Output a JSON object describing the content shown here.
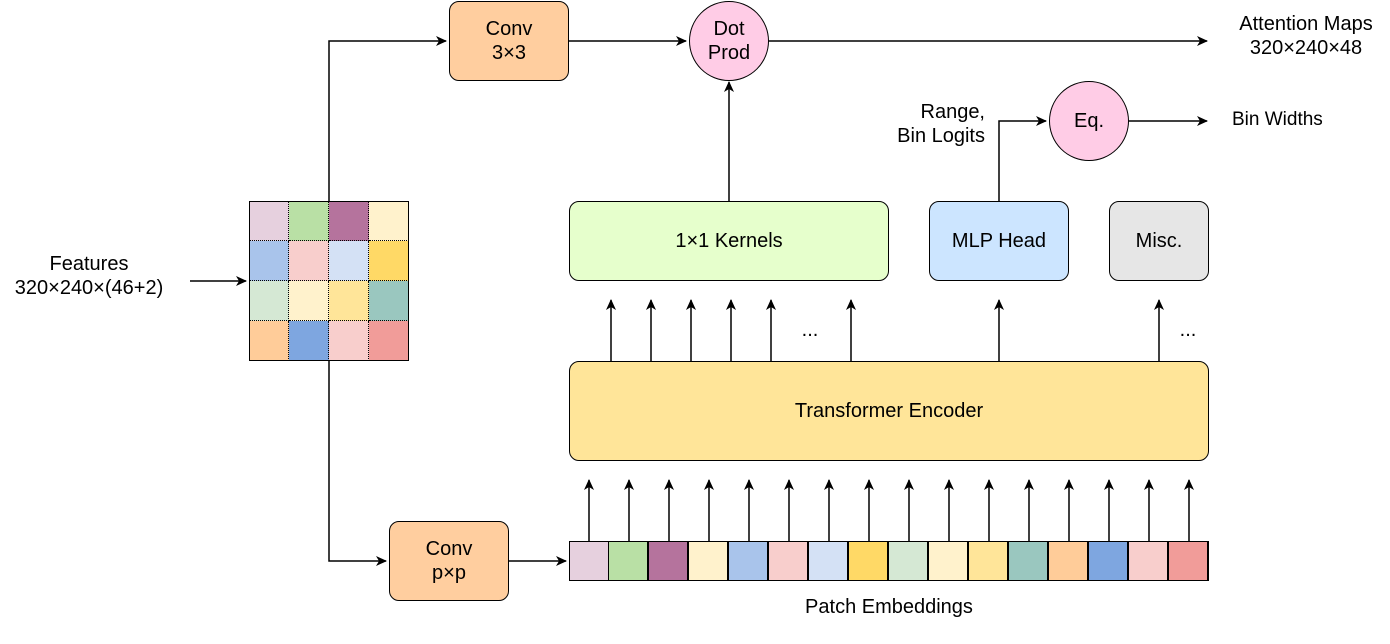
{
  "colors": {
    "conv": "#FFCE9F",
    "op": "#FFCCE6",
    "kernels": "#E6FFCC",
    "mlp": "#CCE5FF",
    "misc": "#E6E6E6",
    "encoder": "#FFE599",
    "patches": [
      "#E6D0DE",
      "#B9E0A5",
      "#B5739D",
      "#FFF2CC",
      "#A9C4EB",
      "#F8CECC",
      "#D4E1F5",
      "#FFD966",
      "#D5E8D4",
      "#FFF2CC",
      "#FFE599",
      "#9AC7BF",
      "#FFCC99",
      "#7EA6E0",
      "#F8CECC",
      "#F19C99"
    ],
    "grid": [
      "#E6D0DE",
      "#B9E0A5",
      "#B5739D",
      "#FFF2CC",
      "#A9C4EB",
      "#F8CECC",
      "#D4E1F5",
      "#FFD966",
      "#D5E8D4",
      "#FFF2CC",
      "#FFE599",
      "#9AC7BF",
      "#FFCC99",
      "#7EA6E0",
      "#F8CECC",
      "#F19C99"
    ]
  },
  "labels": {
    "features": "Features\n320×240×(46+2)",
    "conv3": "Conv\n3×3",
    "dot": "Dot\nProd",
    "attention": "Attention Maps\n320×240×48",
    "range": "Range,\nBin Logits",
    "eq": "Eq.",
    "bin_widths": "Bin Widths",
    "kernels": "1×1 Kernels",
    "mlp": "MLP Head",
    "misc": "Misc.",
    "encoder": "Transformer Encoder",
    "convp": "Conv\np×p",
    "patches": "Patch Embeddings",
    "ellipsis_a": "...",
    "ellipsis_b": "..."
  }
}
